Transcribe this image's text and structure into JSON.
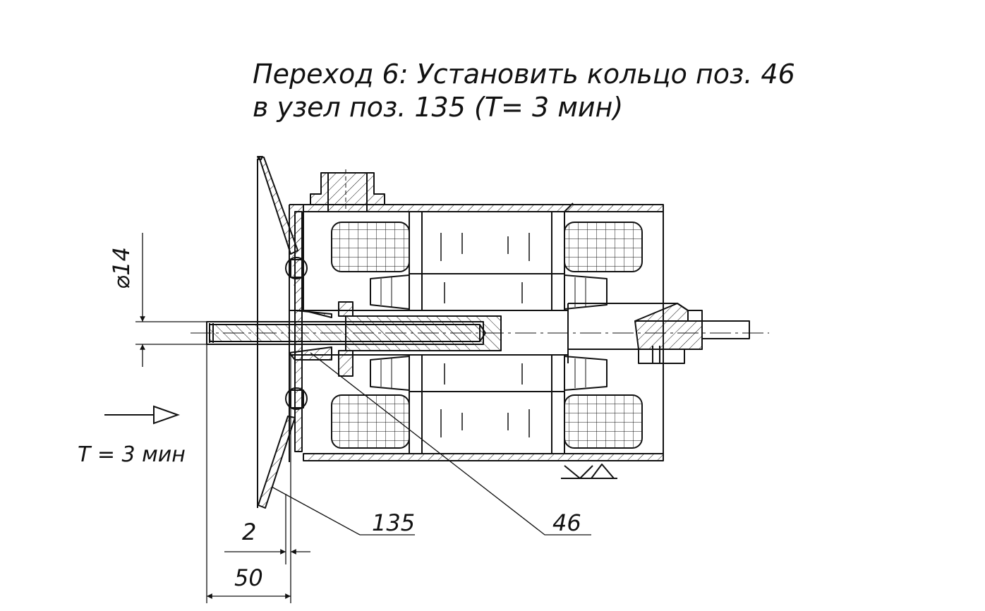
{
  "title": {
    "line1": "Переход 6: Установить кольцо поз. 46",
    "line2": "в узел поз. 135 (Т= 3 мин)"
  },
  "time_note": "Т = 3 мин",
  "dimensions": {
    "diameter": "⌀14",
    "gap": "2",
    "length": "50"
  },
  "callouts": {
    "assembly_pos": "135",
    "ring_pos": "46"
  },
  "colors": {
    "line": "#111111"
  }
}
